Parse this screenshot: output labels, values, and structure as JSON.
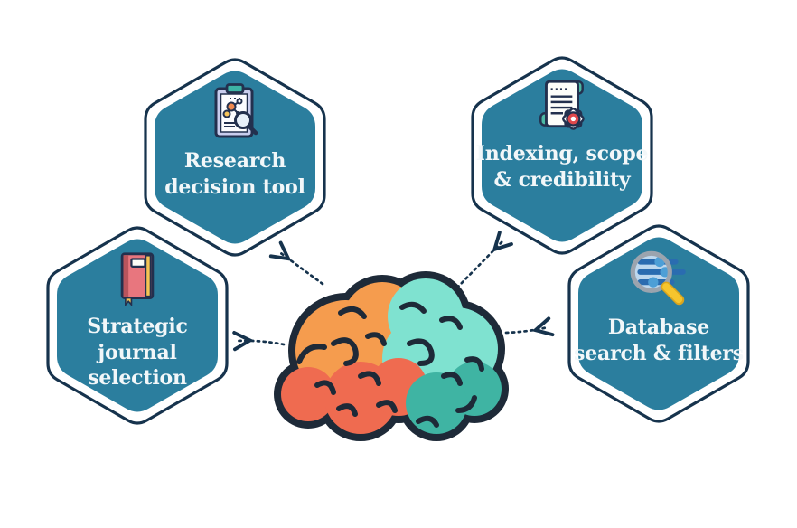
{
  "canvas": {
    "width": "882",
    "height": "584"
  },
  "colors": {
    "hex_fill": "#2b7e9e",
    "outline": "#16334d",
    "label_text": "#f2f7f9",
    "brain_orange": "#f59c4e",
    "brain_coral": "#ef6b50",
    "brain_teal_light": "#7fe2d0",
    "brain_teal_dark": "#3fb4a3",
    "brain_outline": "#1e2a38",
    "icon_red": "#e0474b",
    "icon_yellow": "#f6c453",
    "icon_blue": "#2a6cb0"
  },
  "nodes": {
    "top_left": {
      "icon": "clipboard-research-icon",
      "label": "Research\ndecision tool"
    },
    "top_right": {
      "icon": "scroll-gear-icon",
      "label": "Indexing, scope\n& credibility"
    },
    "bottom_left": {
      "icon": "journal-book-icon",
      "label": "Strategic\njournal\nselection"
    },
    "bottom_right": {
      "icon": "search-filters-icon",
      "label": "Database\nsearch & filters"
    }
  },
  "center": {
    "illustration": "brain-left-right-hemispheres"
  }
}
